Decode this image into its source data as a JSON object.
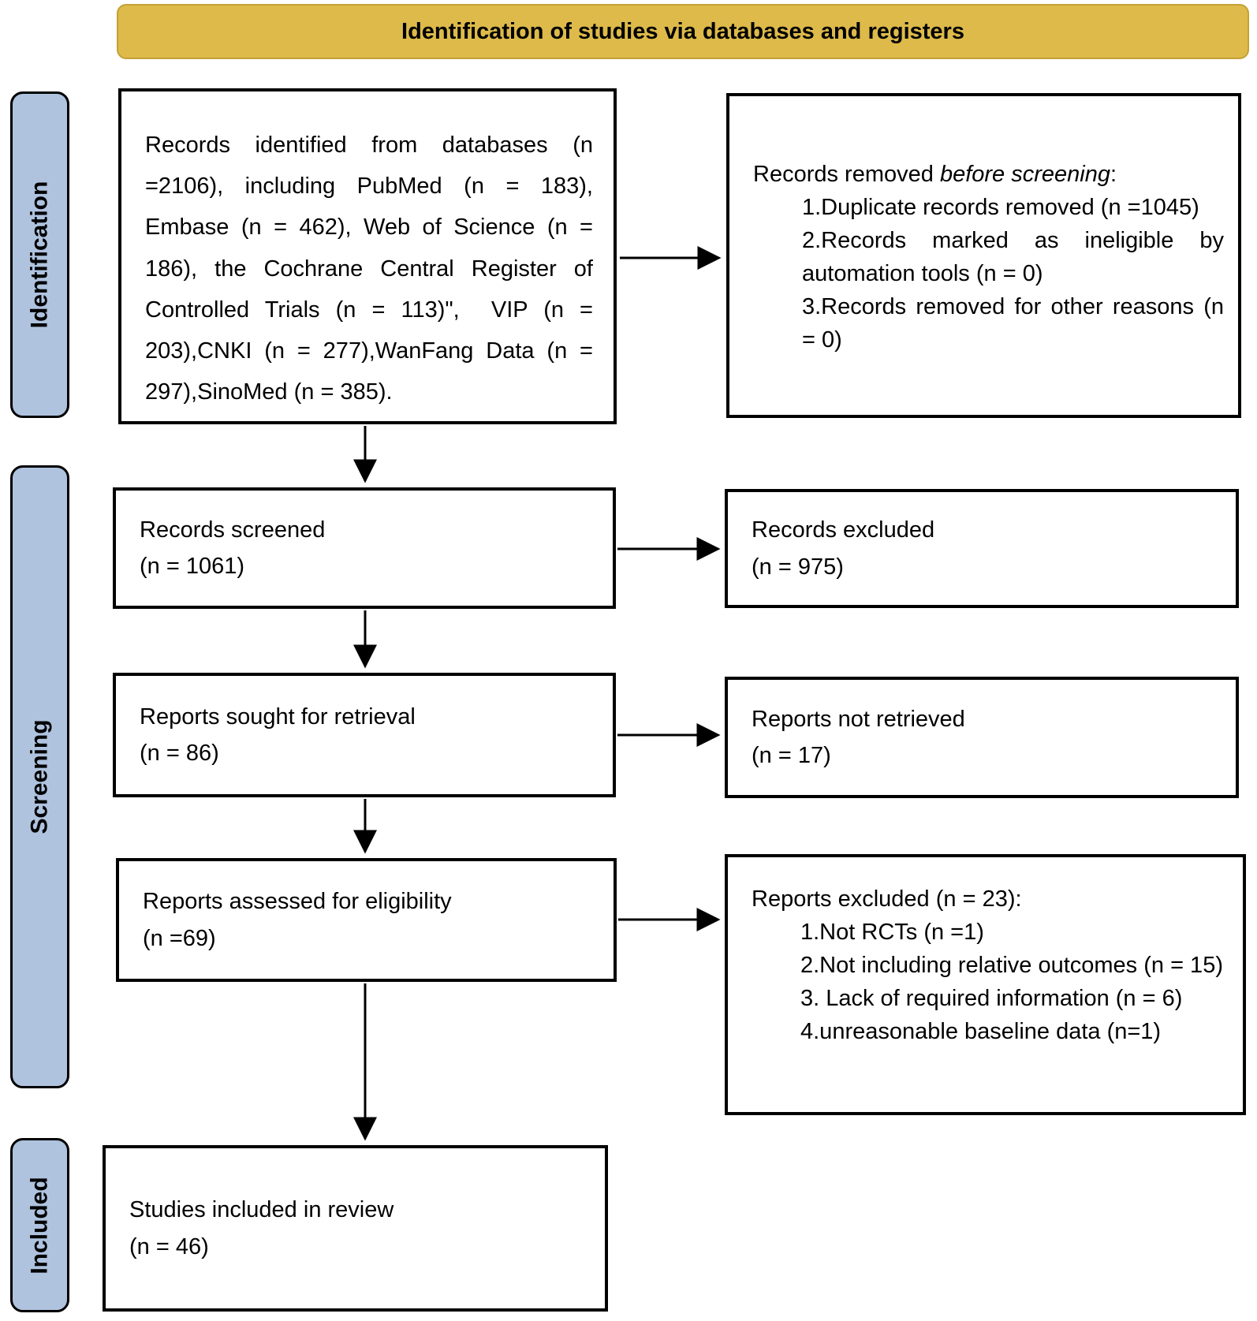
{
  "title": "Identification of studies via databases and registers",
  "sidebar": {
    "identification": "Identification",
    "screening": "Screening",
    "included": "Included"
  },
  "boxes": {
    "records_identified": {
      "text": "Records identified from databases (n =2106), including PubMed (n = 183), Embase (n = 462), Web of Science (n = 186), the Cochrane Central Register of Controlled Trials (n = 113)\",  VIP (n = 203),CNKI (n = 277),WanFang Data (n = 297),SinoMed (n = 385)."
    },
    "records_removed": {
      "prefix": "Records removed ",
      "emphasis": "before screening",
      "suffix": ":",
      "items": [
        "1.Duplicate records removed (n =1045)",
        "2.Records marked as ineligible by automation tools (n = 0)",
        "3.Records removed for other reasons (n = 0)"
      ]
    },
    "records_screened": {
      "line1": "Records screened",
      "line2": "(n = 1061)"
    },
    "records_excluded": {
      "line1": "Records excluded",
      "line2": "(n = 975)"
    },
    "reports_sought": {
      "line1": "Reports sought for retrieval",
      "line2": "(n = 86)"
    },
    "reports_not_retrieved": {
      "line1": "Reports not retrieved",
      "line2": "(n = 17)"
    },
    "reports_assessed": {
      "line1": "Reports assessed for eligibility",
      "line2": "(n =69)"
    },
    "reports_excluded": {
      "heading": "Reports excluded (n = 23):",
      "items": [
        "1.Not RCTs (n =1)",
        "2.Not including relative outcomes (n = 15)",
        "3. Lack of required information (n = 6)",
        "4.unreasonable baseline data (n=1)"
      ]
    },
    "studies_included": {
      "line1": "Studies included in review",
      "line2": "(n = 46)"
    }
  },
  "colors": {
    "title_bg": "#DDBA4A",
    "title_border": "#c3a134",
    "sidebar_bg": "#AFC3DF",
    "box_bg": "#ffffff",
    "line_color": "#000000"
  }
}
